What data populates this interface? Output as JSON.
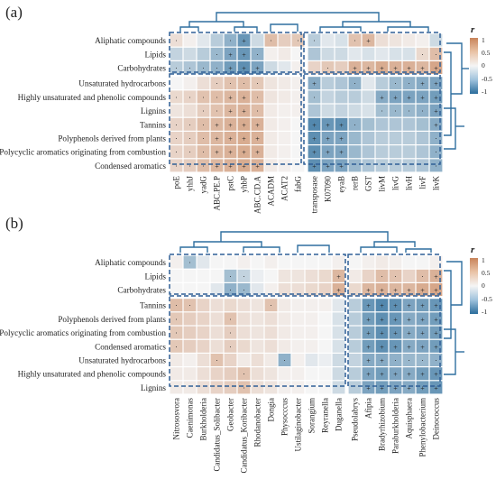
{
  "chart_data": [
    {
      "panel_label": "(a)",
      "type": "heatmap",
      "rows": [
        "Aliphatic compounds",
        "Lipids",
        "Carbohydrates",
        "Unsaturated hydrocarbons",
        "Highly unsaturated and phenolic compounds",
        "Lignins",
        "Tannins",
        "Polyphenols derived from plants",
        "Polycyclic aromatics originating from combustion",
        "Condensed aromatics"
      ],
      "columns": [
        "poE",
        "yhhJ",
        "yadG",
        "ABC.PE.P",
        "pstC",
        "yhbP",
        "ABC.CD.A",
        "ACADM",
        "ACAT2",
        "fabG",
        "transposase",
        "K07090",
        "eyaB",
        "rerB",
        "GST",
        "livM",
        "livG",
        "livH",
        "livF",
        "livK"
      ],
      "values": [
        [
          0.2,
          0.05,
          -0.1,
          -0.3,
          -0.5,
          -0.7,
          -0.2,
          0.5,
          0.35,
          0.4,
          -0.3,
          -0.1,
          -0.15,
          0.45,
          0.55,
          0.2,
          0.15,
          0.1,
          0.05,
          -0.2
        ],
        [
          -0.25,
          -0.2,
          -0.3,
          -0.45,
          -0.6,
          -0.7,
          -0.5,
          0.05,
          0.1,
          0.0,
          -0.35,
          -0.2,
          -0.2,
          -0.1,
          -0.15,
          -0.1,
          -0.15,
          -0.15,
          0.25,
          0.5
        ],
        [
          -0.3,
          -0.35,
          -0.45,
          -0.5,
          -0.65,
          -0.75,
          -0.6,
          -0.2,
          -0.1,
          0.05,
          0.3,
          0.4,
          0.35,
          0.6,
          0.55,
          0.65,
          0.6,
          0.6,
          0.55,
          0.7
        ],
        [
          0.0,
          0.05,
          0.2,
          0.35,
          0.45,
          0.5,
          0.4,
          0.15,
          0.1,
          0.05,
          -0.55,
          -0.3,
          -0.35,
          -0.5,
          -0.1,
          -0.3,
          -0.45,
          -0.5,
          -0.55,
          -0.6
        ],
        [
          0.25,
          0.3,
          0.45,
          0.5,
          0.55,
          0.6,
          0.5,
          0.15,
          0.1,
          0.05,
          -0.4,
          -0.25,
          -0.3,
          -0.3,
          -0.2,
          -0.55,
          -0.6,
          -0.6,
          -0.6,
          -0.65
        ],
        [
          0.15,
          0.2,
          0.35,
          0.45,
          0.55,
          0.6,
          0.5,
          0.1,
          0.05,
          0.05,
          -0.35,
          -0.2,
          -0.25,
          -0.2,
          -0.15,
          -0.4,
          -0.45,
          -0.45,
          -0.5,
          -0.6
        ],
        [
          0.3,
          0.35,
          0.5,
          0.55,
          0.6,
          0.65,
          0.6,
          0.1,
          0.05,
          0.0,
          -0.8,
          -0.7,
          -0.75,
          -0.5,
          -0.4,
          -0.35,
          -0.35,
          -0.35,
          -0.4,
          -0.55
        ],
        [
          0.3,
          0.35,
          0.5,
          0.55,
          0.6,
          0.65,
          0.6,
          0.1,
          0.05,
          0.0,
          -0.75,
          -0.6,
          -0.6,
          -0.45,
          -0.35,
          -0.3,
          -0.3,
          -0.3,
          -0.35,
          -0.5
        ],
        [
          0.3,
          0.35,
          0.5,
          0.55,
          0.6,
          0.65,
          0.6,
          0.1,
          0.05,
          0.0,
          -0.75,
          -0.6,
          -0.6,
          -0.45,
          -0.35,
          -0.3,
          -0.3,
          -0.3,
          -0.35,
          -0.5
        ],
        [
          0.3,
          0.35,
          0.5,
          0.55,
          0.6,
          0.65,
          0.6,
          0.1,
          0.05,
          0.0,
          -0.75,
          -0.6,
          -0.6,
          -0.45,
          -0.35,
          -0.3,
          -0.3,
          -0.3,
          -0.35,
          -0.5
        ]
      ],
      "significance": [
        [
          1,
          0,
          0,
          0,
          1,
          1,
          0,
          1,
          0,
          1,
          1,
          0,
          0,
          1,
          1,
          0,
          0,
          0,
          0,
          0
        ],
        [
          0,
          0,
          0,
          1,
          1,
          1,
          1,
          0,
          0,
          0,
          0,
          0,
          0,
          0,
          0,
          0,
          0,
          0,
          1,
          1
        ],
        [
          1,
          1,
          1,
          1,
          1,
          1,
          1,
          0,
          0,
          0,
          0,
          1,
          0,
          1,
          1,
          1,
          1,
          1,
          1,
          1
        ],
        [
          0,
          0,
          0,
          1,
          1,
          1,
          1,
          0,
          0,
          0,
          1,
          0,
          0,
          1,
          0,
          0,
          1,
          1,
          1,
          1
        ],
        [
          1,
          1,
          1,
          1,
          1,
          1,
          1,
          0,
          0,
          0,
          1,
          0,
          0,
          0,
          0,
          1,
          1,
          1,
          1,
          1
        ],
        [
          0,
          0,
          1,
          1,
          1,
          1,
          1,
          0,
          0,
          0,
          0,
          0,
          0,
          0,
          0,
          1,
          1,
          1,
          1,
          1
        ],
        [
          1,
          1,
          1,
          1,
          1,
          1,
          1,
          0,
          0,
          0,
          1,
          1,
          1,
          1,
          0,
          0,
          0,
          0,
          0,
          1
        ],
        [
          1,
          1,
          1,
          1,
          1,
          1,
          1,
          0,
          0,
          0,
          1,
          1,
          1,
          0,
          0,
          0,
          0,
          0,
          0,
          1
        ],
        [
          1,
          1,
          1,
          1,
          1,
          1,
          1,
          0,
          0,
          0,
          1,
          1,
          1,
          0,
          0,
          0,
          0,
          0,
          0,
          1
        ],
        [
          1,
          1,
          1,
          1,
          1,
          1,
          1,
          0,
          0,
          0,
          1,
          1,
          1,
          0,
          0,
          0,
          0,
          0,
          0,
          1
        ]
      ],
      "legend": {
        "title": "r",
        "ticks": [
          "1",
          "0.5",
          "0",
          "-0.5",
          "-1"
        ],
        "range": [
          -1,
          1
        ]
      }
    },
    {
      "panel_label": "(b)",
      "type": "heatmap",
      "rows": [
        "Aliphatic compounds",
        "Lipids",
        "Carbohydrates",
        "Tannins",
        "Polyphenols derived from plants",
        "Polycyclic aromatics originating from combustion",
        "Condensed aromatics",
        "Unsaturated hydrocarbons",
        "Highly unsaturated and phenolic compounds",
        "Lignins"
      ],
      "columns": [
        "Nitrososvora",
        "Caenimonas",
        "Burkholderia",
        "Candidatus_Solibacter",
        "Geobacter",
        "Candidatus_Koribacter",
        "Rhodanobacter",
        "Dongia",
        "Physocccus",
        "Ustilaginobacter",
        "Sorangium",
        "Reyranella",
        "Duganella",
        "Pseudolabrys",
        "Afipia",
        "Bradyrhizobium",
        "Paraburkholderia",
        "Aquisphaera",
        "Phenylobacterium",
        "Deinococcus"
      ],
      "values": [
        [
          0.05,
          -0.4,
          -0.1,
          0.0,
          0.0,
          0.05,
          0.0,
          0.05,
          0.0,
          0.0,
          0.0,
          0.0,
          0.05,
          0.0,
          0.05,
          0.1,
          0.05,
          0.0,
          0.0,
          0.05
        ],
        [
          0.0,
          0.0,
          0.0,
          0.0,
          -0.4,
          -0.25,
          -0.05,
          0.0,
          0.15,
          0.15,
          0.2,
          0.25,
          0.55,
          0.1,
          0.3,
          0.5,
          0.45,
          0.3,
          0.5,
          0.6
        ],
        [
          0.0,
          0.0,
          0.0,
          -0.1,
          -0.5,
          -0.45,
          -0.1,
          0.05,
          0.2,
          0.2,
          0.25,
          0.3,
          0.6,
          0.25,
          0.55,
          0.6,
          0.55,
          0.55,
          0.65,
          0.7
        ],
        [
          0.5,
          0.45,
          0.3,
          0.2,
          0.25,
          0.2,
          0.15,
          0.45,
          0.1,
          0.05,
          0.05,
          0.05,
          -0.1,
          -0.3,
          -0.7,
          -0.8,
          -0.75,
          -0.6,
          -0.65,
          -0.7
        ],
        [
          0.4,
          0.35,
          0.3,
          0.2,
          0.45,
          0.2,
          0.15,
          0.2,
          0.1,
          0.05,
          0.05,
          0.0,
          -0.15,
          -0.3,
          -0.65,
          -0.75,
          -0.7,
          -0.55,
          -0.6,
          -0.65
        ],
        [
          0.4,
          0.35,
          0.3,
          0.2,
          0.35,
          0.2,
          0.15,
          0.2,
          0.1,
          0.05,
          0.05,
          0.0,
          -0.15,
          -0.3,
          -0.65,
          -0.75,
          -0.7,
          -0.55,
          -0.6,
          -0.65
        ],
        [
          0.4,
          0.35,
          0.3,
          0.2,
          0.35,
          0.25,
          0.15,
          0.2,
          0.1,
          0.05,
          0.05,
          0.0,
          -0.15,
          -0.3,
          -0.65,
          -0.75,
          -0.7,
          -0.55,
          -0.6,
          -0.65
        ],
        [
          0.1,
          0.05,
          0.2,
          0.45,
          0.3,
          0.1,
          0.2,
          0.1,
          -0.5,
          0.05,
          -0.1,
          -0.05,
          -0.2,
          -0.25,
          -0.55,
          -0.55,
          -0.5,
          -0.45,
          -0.45,
          -0.5
        ],
        [
          0.1,
          0.1,
          0.2,
          0.3,
          0.35,
          0.45,
          0.2,
          0.15,
          0.05,
          0.05,
          0.0,
          0.0,
          -0.2,
          -0.3,
          -0.6,
          -0.65,
          -0.6,
          -0.55,
          -0.65,
          -0.7
        ],
        [
          0.1,
          0.1,
          0.2,
          0.3,
          0.35,
          0.45,
          0.2,
          0.15,
          0.05,
          0.05,
          0.0,
          0.0,
          -0.2,
          -0.3,
          -0.6,
          -0.65,
          -0.6,
          -0.55,
          -0.65,
          -0.7
        ]
      ],
      "significance": [
        [
          0,
          1,
          0,
          0,
          0,
          0,
          0,
          0,
          0,
          0,
          0,
          0,
          0,
          0,
          0,
          0,
          0,
          0,
          0,
          0
        ],
        [
          0,
          0,
          0,
          0,
          1,
          1,
          0,
          0,
          0,
          0,
          0,
          0,
          1,
          0,
          0,
          1,
          1,
          0,
          1,
          1
        ],
        [
          0,
          0,
          0,
          0,
          1,
          1,
          0,
          0,
          0,
          0,
          0,
          0,
          1,
          0,
          1,
          1,
          1,
          1,
          1,
          1
        ],
        [
          1,
          1,
          0,
          0,
          0,
          0,
          0,
          1,
          0,
          0,
          0,
          0,
          0,
          0,
          1,
          1,
          1,
          1,
          1,
          1
        ],
        [
          1,
          0,
          0,
          0,
          1,
          0,
          0,
          0,
          0,
          0,
          0,
          0,
          0,
          0,
          1,
          1,
          1,
          1,
          1,
          1
        ],
        [
          1,
          0,
          0,
          0,
          1,
          0,
          0,
          0,
          0,
          0,
          0,
          0,
          0,
          0,
          1,
          1,
          1,
          1,
          1,
          1
        ],
        [
          1,
          0,
          0,
          0,
          1,
          0,
          0,
          0,
          0,
          0,
          0,
          0,
          0,
          0,
          1,
          1,
          1,
          1,
          1,
          1
        ],
        [
          0,
          0,
          0,
          1,
          0,
          0,
          0,
          0,
          1,
          0,
          0,
          0,
          0,
          0,
          1,
          1,
          1,
          1,
          1,
          1
        ],
        [
          0,
          0,
          0,
          0,
          0,
          1,
          0,
          0,
          0,
          0,
          0,
          0,
          0,
          0,
          1,
          1,
          1,
          1,
          1,
          1
        ],
        [
          0,
          0,
          0,
          0,
          0,
          1,
          0,
          0,
          0,
          0,
          0,
          0,
          0,
          0,
          1,
          1,
          1,
          1,
          1,
          1
        ]
      ],
      "legend": {
        "title": "r",
        "ticks": [
          "1",
          "0.5",
          "0",
          "-0.5",
          "-1"
        ],
        "range": [
          -1,
          1
        ]
      }
    }
  ]
}
